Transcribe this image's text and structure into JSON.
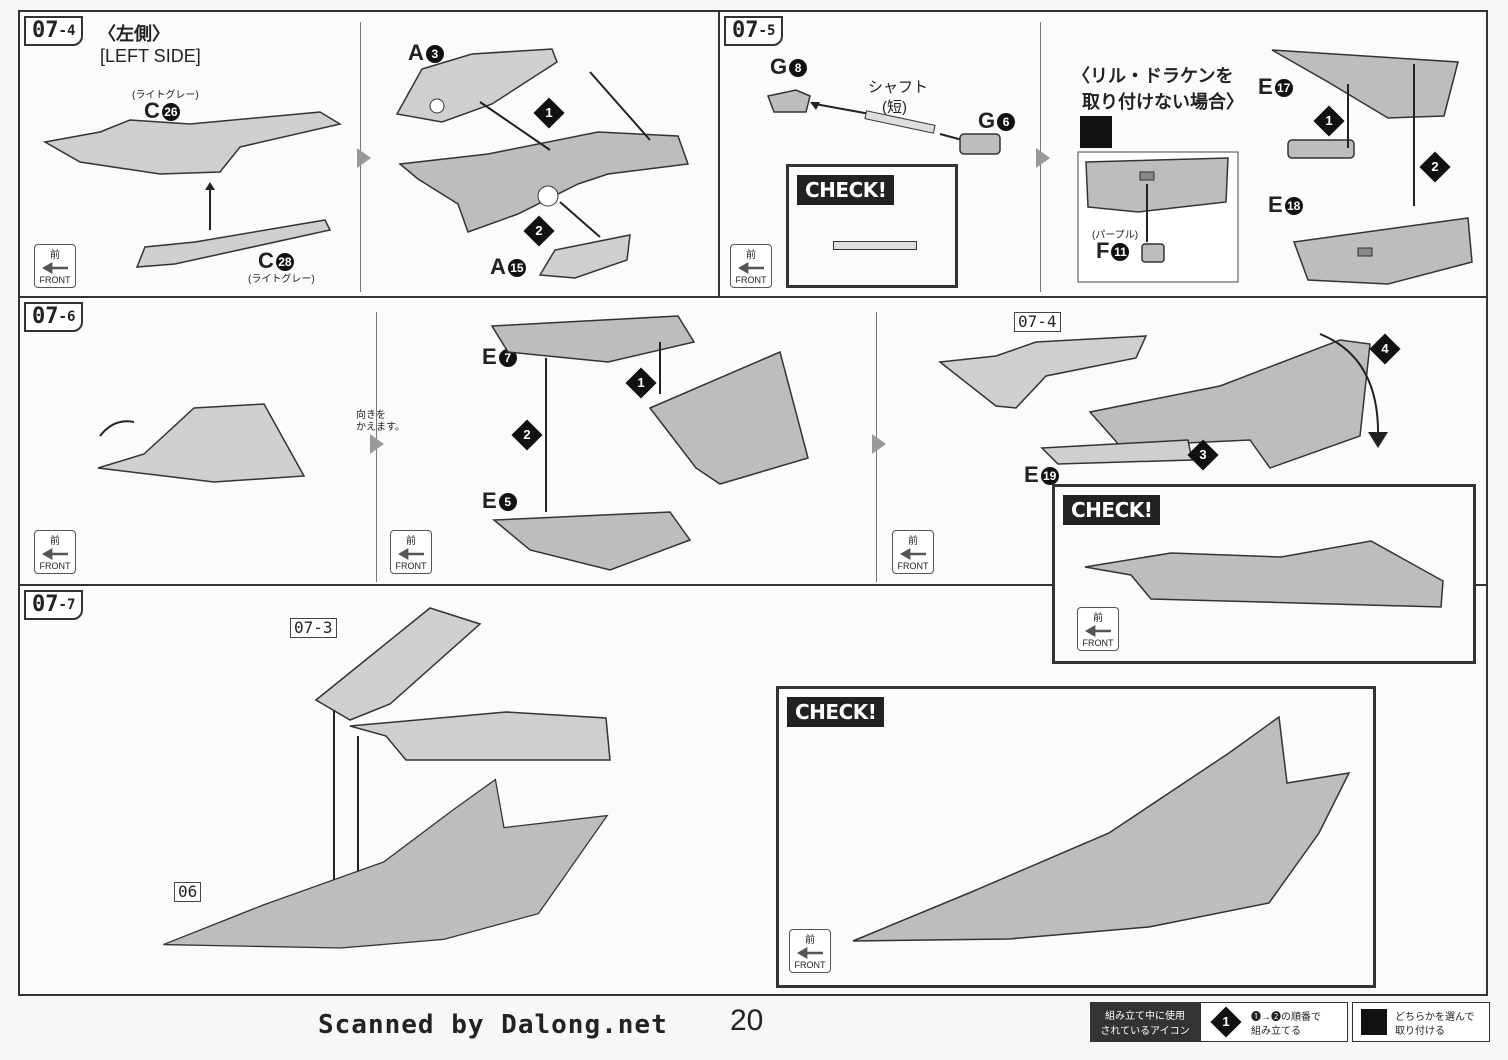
{
  "steps": {
    "s074": {
      "num": "07",
      "sub": "4",
      "title": "〈左側〉",
      "subtitle": "[LEFT SIDE]",
      "c26_color": "(ライトグレー)",
      "c26": "C",
      "c26_n": "26",
      "c28": "C",
      "c28_n": "28",
      "c28_color": "(ライトグレー)",
      "a3": "A",
      "a3_n": "3",
      "a15": "A",
      "a15_n": "15"
    },
    "s075": {
      "num": "07",
      "sub": "5",
      "g8": "G",
      "g8_n": "8",
      "g6": "G",
      "g6_n": "6",
      "shaft": "シャフト",
      "shaft_sub": "(短)",
      "check": "CHECK!",
      "note_l1": "〈リル・ドラケンを",
      "note_l2": "取り付けない場合〉",
      "e17": "E",
      "e17_n": "17",
      "e18": "E",
      "e18_n": "18",
      "f11_color": "(パープル)",
      "f11": "F",
      "f11_n": "11"
    },
    "s076": {
      "num": "07",
      "sub": "6",
      "turn_l1": "向きを",
      "turn_l2": "かえます。",
      "e7": "E",
      "e7_n": "7",
      "e5": "E",
      "e5_n": "5",
      "ref": "07-4",
      "e19": "E",
      "e19_n": "19",
      "check": "CHECK!"
    },
    "s077": {
      "num": "07",
      "sub": "7",
      "ref3": "07-3",
      "ref06": "06",
      "check": "CHECK!"
    }
  },
  "front": {
    "kanji": "前",
    "label": "FRONT"
  },
  "footer": {
    "scanned": "Scanned by Dalong.net",
    "page": "20",
    "icon_l1": "組み立て中に使用",
    "icon_l2": "されているアイコン",
    "order_l1": "❶→❷の順番で",
    "order_l2": "組み立てる",
    "choose_l1": "どちらかを選んで",
    "choose_l2": "取り付ける"
  },
  "arrows": {
    "n1": "1",
    "n2": "2",
    "n3": "3",
    "n4": "4"
  }
}
